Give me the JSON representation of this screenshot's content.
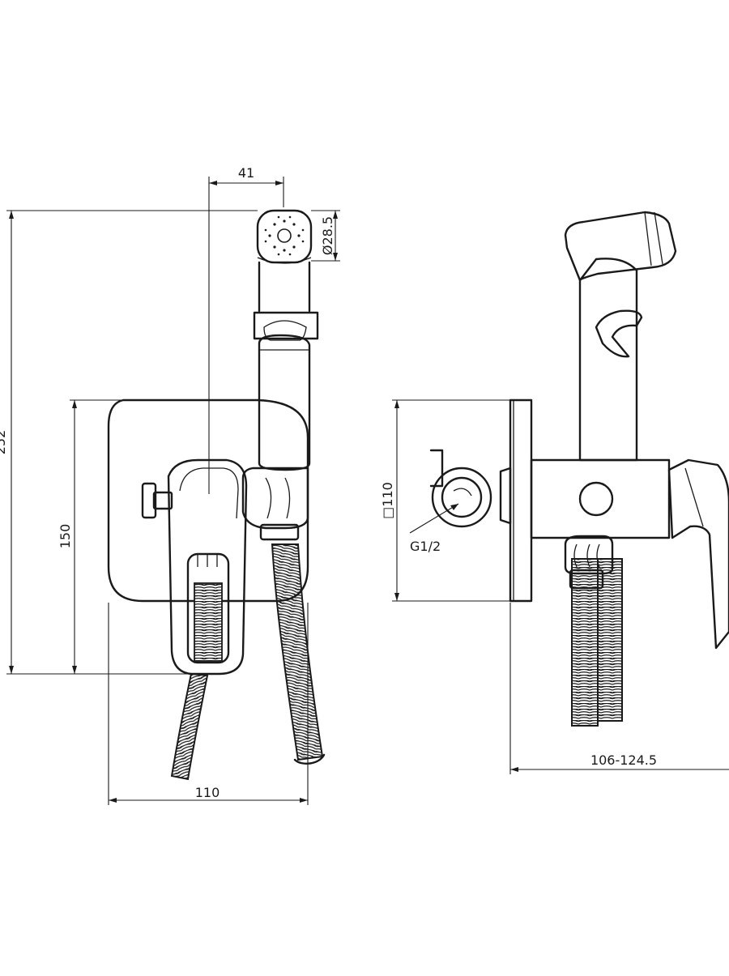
{
  "dimensions": {
    "top_width": "41",
    "head_diameter": "Ø28.5",
    "overall_height": "252",
    "plate_height": "150",
    "plate_width": "110",
    "side_plate": "□110",
    "thread": "G1/2",
    "depth_range": "106-124.5"
  },
  "colors": {
    "line": "#1a1a1a",
    "background": "#ffffff"
  }
}
